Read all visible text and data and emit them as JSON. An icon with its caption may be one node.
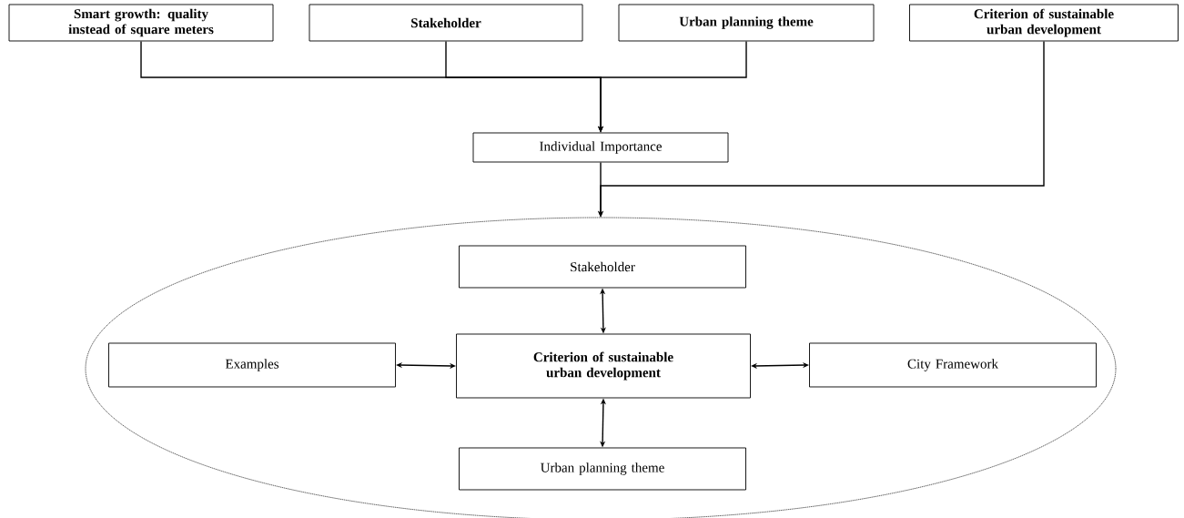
{
  "diagram": {
    "nodes": [
      {
        "text": [
          "Smart growth: quality instead of square meters"
        ]
      },
      {
        "text": [
          "Stakeholder"
        ]
      },
      {
        "text": [
          "Urban planning theme"
        ]
      },
      {
        "text": [
          "Criterion of sustainable urban development"
        ]
      },
      {
        "text": [
          "Individual Importance"
        ]
      },
      {
        "text": [],
        "shape": "ellipse"
      },
      {
        "text": [
          "Stakeholder"
        ],
        "in": 5
      },
      {
        "text": [
          "Examples"
        ],
        "in": 5
      },
      {
        "text": [
          "Criterion of sustainable urban development"
        ],
        "in": 5
      },
      {
        "text": [
          "City Framework"
        ],
        "in": 5
      },
      {
        "text": [
          "Urban planning theme"
        ],
        "in": 5
      }
    ],
    "edges": [
      {
        "from": 0,
        "to": 4,
        "arrow": "to"
      },
      {
        "from": 1,
        "to": 4,
        "arrow": "to"
      },
      {
        "from": 2,
        "to": 4,
        "arrow": "to"
      },
      {
        "from": 4,
        "to": 5,
        "arrow": "to"
      },
      {
        "from": 3,
        "to": 5,
        "arrow": "to"
      },
      {
        "from": 6,
        "to": 8,
        "arrow": "both"
      },
      {
        "from": 7,
        "to": 8,
        "arrow": "both"
      },
      {
        "from": 8,
        "to": 9,
        "arrow": "both"
      },
      {
        "from": 8,
        "to": 10,
        "arrow": "both"
      }
    ]
  }
}
